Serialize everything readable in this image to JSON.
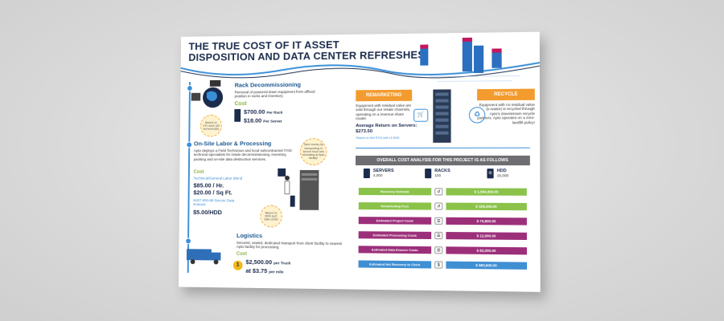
{
  "title": [
    "THE TRUE COST OF IT ASSET",
    "DISPOSITION AND DATA CENTER REFRESHES"
  ],
  "rack": {
    "heading": "Rack Decommissioning",
    "description": "Removal of powered-down equipment from affixed position in racks and inventory.",
    "cost_label": "Cost",
    "price1": "$700.00",
    "price1_unit": "Per Rack",
    "price2": "$18.00",
    "price2_unit": "Per Server",
    "bubble": "Based on 100 racks (40 servers/rack)"
  },
  "onsite": {
    "heading": "On-Site Labor & Processing",
    "description": "Apto deploys a Field Technician and local subcontracted ITAD technical specialists for inside decommissioning, inventory, packing and on-site data destruction services.",
    "cost_label": "Cost",
    "blend": "Technical/General Labor Blend",
    "rate1": "$85.00 / Hr.",
    "rate2": "$20.00 / Sq Ft.",
    "nist": "NIST 800-88 Secure Data Erasure",
    "rate3": "$5.00/HDD",
    "bubble1": "Save money by transporting in secure truck and shredding at Apto facility!",
    "bubble2": "Based on 3500 sq.ft. data center"
  },
  "logistics": {
    "heading": "Logistics",
    "description": "Secured, sealed, dedicated transport from client facility to nearest Apto facility for processing.",
    "cost_label": "Cost",
    "price1": "$2,500.00",
    "price1_unit": "per Truck",
    "price2": "at $3.75",
    "price2_unit": "per mile"
  },
  "remarketing": {
    "banner": "REMARKETING",
    "description": "Equipment with residual value are sold through our resale channels, operating on a revenue share model.",
    "avg_label": "Average Return on Servers: $273.50",
    "footnote": "*Based on Dell R720 with 15 HDD"
  },
  "recycle": {
    "banner": "RECYCLE",
    "description": "Equipment with no residual value (e-waste) is recycled through Apto's downstream recycle partners. Apto operates on a zero-landfill policy!"
  },
  "analysis": {
    "header": "OVERALL COST ANALYSIS FOR THIS PROJECT IS AS FOLLOWS",
    "stats": [
      {
        "label": "SERVERS",
        "value": "4,000"
      },
      {
        "label": "RACKS",
        "value": "100"
      },
      {
        "label": "HDD",
        "value": "16,000"
      }
    ],
    "rows": [
      {
        "label": "Recovery Estimate",
        "value": "$ 1,094,000.00",
        "color": "#8bc34a"
      },
      {
        "label": "Remarketing Fees",
        "value": "$ 328,200.00",
        "color": "#8bc34a"
      },
      {
        "label": "Estimated Project Costs",
        "value": "$ 70,800.00",
        "color": "#9c2f7a"
      },
      {
        "label": "Estimated Processing Costs",
        "value": "$ 12,000.00",
        "color": "#9c2f7a"
      },
      {
        "label": "Estimated Data Erasure Costs",
        "value": "$ 82,000.00",
        "color": "#9c2f7a"
      },
      {
        "label": "Estimated Net Recovery to Client",
        "value": "$ 683,600.00",
        "color": "#3f8fd3"
      }
    ]
  },
  "colors": {
    "navy": "#1a2b4c",
    "blue": "#3a8fd8",
    "orange": "#f39b2e",
    "green": "#8bc34a",
    "purple": "#9c2f7a"
  }
}
